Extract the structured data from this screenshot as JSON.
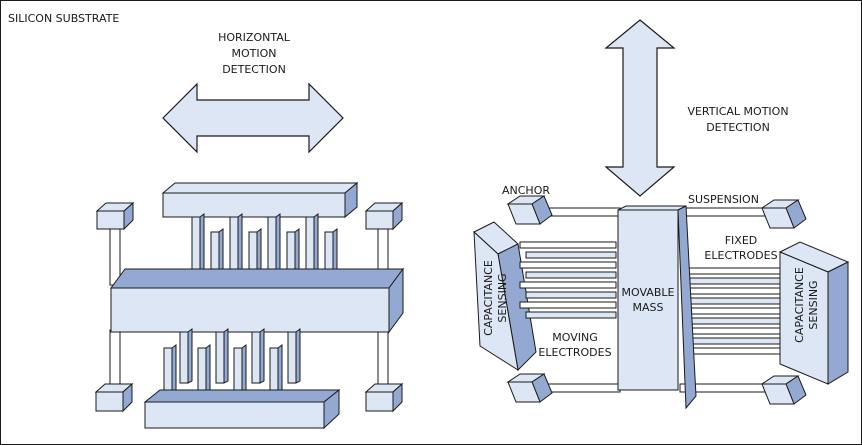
{
  "colors": {
    "face_light": "#dde6f4",
    "face_dark": "#93a9d2",
    "stroke": "#1a1a1a",
    "background": "#ffffff"
  },
  "labels": {
    "substrate": "SILICON SUBSTRATE",
    "horizontal_motion": [
      "HORIZONTAL",
      "MOTION",
      "DETECTION"
    ],
    "vertical_motion": [
      "VERTICAL MOTION",
      "DETECTION"
    ],
    "anchor": "ANCHOR",
    "suspension": "SUSPENSION",
    "fixed_electrodes": [
      "FIXED",
      "ELECTRODES"
    ],
    "capacitance_sensing": [
      "CAPACITANCE",
      "SENSING"
    ],
    "movable_mass": [
      "MOVABLE",
      "MASS"
    ],
    "moving_electrodes": [
      "MOVING",
      "ELECTRODES"
    ]
  }
}
